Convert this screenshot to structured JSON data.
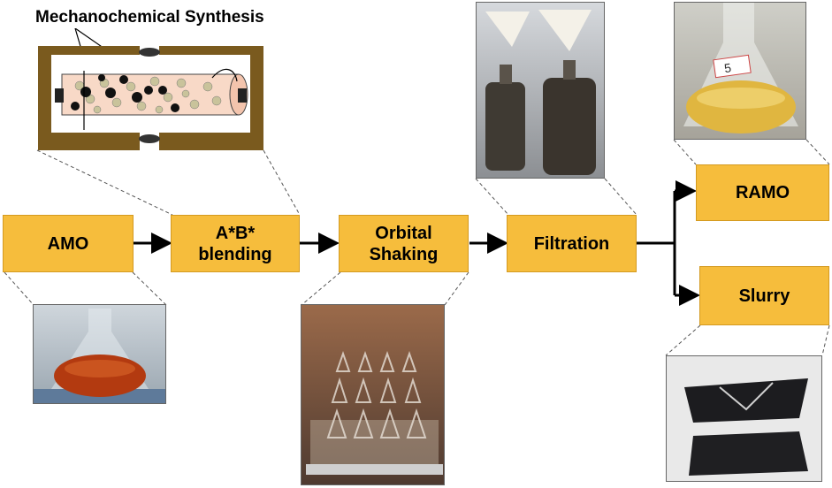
{
  "title": "Mechanochemical Synthesis",
  "steps": {
    "amo": "AMO",
    "blending": "A*B*\nblending",
    "shaking": "Orbital\nShaking",
    "filtration": "Filtration",
    "ramo": "RAMO",
    "slurry": "Slurry"
  },
  "flask_label": "5",
  "colors": {
    "box_fill": "#f6bd3c",
    "mill_frame": "#7a5a1e",
    "arrow": "#000000"
  }
}
